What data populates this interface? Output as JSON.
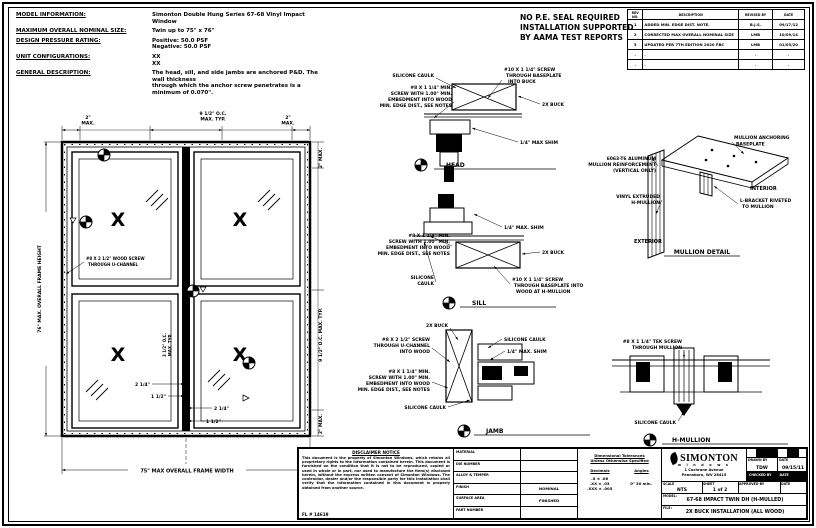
{
  "colors": {
    "ink": "#000000",
    "paper": "#ffffff"
  },
  "notes": {
    "rows": [
      {
        "label": "MODEL INFORMATION:",
        "value": "Simonton Double Hung Series 67-68 Vinyl Impact Window"
      },
      {
        "label": "MAXIMUM OVERALL NOMINAL SIZE:",
        "value": "Twin up to 75\" x 76\""
      },
      {
        "label": "DESIGN PRESSURE RATING:",
        "value": "Positive: 50.0 PSF\nNegative: 50.0 PSF"
      },
      {
        "label": "UNIT CONFIGURATIONS:",
        "value": "XX\nXX"
      },
      {
        "label": "GENERAL DESCRIPTION:",
        "value": "The head, sill, and side jambs are anchored P&D. The wall thickness\nthrough which the anchor screw penetrates is a minimum of 0.070\"."
      }
    ]
  },
  "pe_note": [
    "NO P.E. SEAL REQUIRED",
    "INSTALLATION SUPPORTED",
    "BY AAMA TEST REPORTS"
  ],
  "revisions": {
    "headers": [
      "REV NO.",
      "DESCRIPTION",
      "REVISED BY",
      "DATE"
    ],
    "rows": [
      [
        "1",
        "ADDED MIN. EDGE DIST. NOTE.",
        "B.J.S.",
        "09/17/12"
      ],
      [
        "2",
        "CORRECTED MAX OVERALL NOMINAL SIZE",
        "LMB",
        "10/09/14"
      ],
      [
        "3",
        "UPDATED PER 7TH EDITION 2020 FBC",
        "LMB",
        "01/03/20"
      ],
      [
        ".",
        ".",
        ".",
        "."
      ],
      [
        ".",
        ".",
        ".",
        "."
      ]
    ]
  },
  "elevation": {
    "dim_top_left": [
      "2\"",
      "MAX."
    ],
    "dim_top_center": [
      "9 1/2\" O.C.",
      "MAX. TYP."
    ],
    "dim_top_right": [
      "2\"",
      "MAX."
    ],
    "dim_left": "76\" MAX. OVERALL FRAME HEIGHT",
    "dim_bottom": "75\" MAX OVERALL FRAME WIDTH",
    "dim_right_top": "2\" MAX.",
    "dim_right_mid": "9 1/2\" O.C. MAX. TYP.",
    "dim_right_bottom": "2\" MAX.",
    "dim_center": [
      "3 1/2\" O.C.",
      "MAX. TYP."
    ],
    "dim_mull": [
      "2 1/4\"",
      "1 1/2\"",
      "2 1/4\"",
      "1 1/2\""
    ],
    "uchannel_note": [
      "#8 X 2 1/2\" WOOD SCREW",
      "THROUGH U-CHANNEL"
    ],
    "sash_mark": "X"
  },
  "head": {
    "title": "HEAD",
    "silicone": "SILICONE CAULK",
    "baseplate_screw": [
      "#10 X 1 1/4\" SCREW",
      "THROUGH BASEPLATE",
      "INTO BUCK"
    ],
    "buck": "2X BUCK",
    "anchor_screw": [
      "#8 X 1 1/4\" MIN.",
      "SCREW WITH 1.00\" MIN.",
      "EMBEDMENT INTO WOOD",
      "MIN. EDGE DIST., SEE NOTES"
    ],
    "shim": "1/4\" MAX SHIM"
  },
  "sill": {
    "title": "SILL",
    "shim": "1/4\" MAX. SHIM",
    "anchor_screw": [
      "#8 X 1 1/4\" MIN.",
      "SCREW WITH 1.00\" MIN.",
      "EMBEDMENT INTO WOOD",
      "MIN. EDGE DIST., SEE NOTES"
    ],
    "buck": "2X BUCK",
    "silicone": [
      "SILICONE",
      "CAULK"
    ],
    "baseplate_screw": [
      "#10 X 1 1/4\" SCREW",
      "THROUGH BASEPLATE INTO",
      "WOOD AT H-MULLION"
    ]
  },
  "jamb": {
    "title": "JAMB",
    "buck": "2X BUCK",
    "uchannel_screw": [
      "#8 X 2 1/2\" SCREW",
      "THROUGH U-CHANNEL",
      "INTO WOOD"
    ],
    "silicone_top": "SILICONE CAULK",
    "shim": "1/4\" MAX. SHIM",
    "anchor_screw": [
      "#8 X 1 1/4\" MIN.",
      "SCREW WITH 1.00\" MIN.",
      "EMBEDMENT INTO WOOD",
      "MIN. EDGE DIST., SEE NOTES"
    ],
    "silicone_bottom": "SILICONE CAULK"
  },
  "hmullion": {
    "title": "H-MULLION",
    "tek_screw": [
      "#8 X 1 1/4\" TEK SCREW",
      "THROUGH MULLION"
    ],
    "silicone": "SILICONE CAULK"
  },
  "mullion_detail": {
    "title": "MULLION DETAIL",
    "baseplate": [
      "MULLION ANCHORING",
      "BASEPLATE"
    ],
    "reinforcement": [
      "6063-T6 ALUMINUM",
      "MULLION REINFORCEMENT",
      "(VERTICAL ONLY)"
    ],
    "interior": "INTERIOR",
    "lbracket": [
      "L-BRACKET RIVETED",
      "TO MULLION"
    ],
    "vinyl": [
      "VINYL EXTRUDED",
      "H-MULLION"
    ],
    "exterior": "EXTERIOR"
  },
  "title_block": {
    "disclaimer": {
      "heading": "DISCLAIMER NOTICE",
      "body": "This document is the property of Simonton Windows, which retains all proprietary rights to the information contained herein. This document is furnished on the condition that it is not to be reproduced, copied or used in whole or in part, nor used to manufacture the item(s) disclosed herein, without the express written consent of Simonton Windows. The contractor, dealer and/or the responsible party for this installation shall verify that the information contained in this document is properly obtained from another source.",
      "footer": "FL # 14619"
    },
    "fields": {
      "rows": [
        {
          "label": "MATERIAL",
          "value": ""
        },
        {
          "label": "DIE NUMBER",
          "value": ""
        },
        {
          "label": "ALLOY & TEMPER",
          "value": ""
        },
        {
          "label": "FINISH",
          "value": "NOMINAL"
        },
        {
          "label": "SURFACE AREA",
          "value": "FINISHED"
        },
        {
          "label": "PART NUMBER",
          "value": ""
        }
      ]
    },
    "tolerances": {
      "heading1": "Dimensional Tolerances",
      "heading2": "Unless Otherwise Specified",
      "col_decimals": "Decimals",
      "col_angles": "Angles",
      "decimals": [
        ".X ± .06",
        ".XX ± .03",
        ".XXX ± .005"
      ],
      "angles": "0° 30 min."
    },
    "logo": {
      "brand": "SIMONTON",
      "sub": "w i n d o w s",
      "addr1": "1 Cochrane Avenue",
      "addr2": "Pennsboro, WV 26415"
    },
    "stamp": {
      "drawn_by_label": "DRAWN BY",
      "drawn_by": "TDW",
      "drawn_date_label": "DATE",
      "drawn_date": "09/15/11",
      "checked_label": "CHECKED BY",
      "checked_date_label": "DATE",
      "scale_label": "SCALE",
      "scale": "NTS",
      "sheet_label": "SHEET",
      "sheet": "1 of 2",
      "approved_label": "APPROVED BY",
      "approved_date_label": "DATE",
      "model_label": "MODEL:",
      "model": "67-68 IMPACT TWIN DH (H-MULLED)",
      "file_label": "FILE:",
      "file": "2X BUCK INSTALLATION (ALL WOOD)"
    }
  }
}
